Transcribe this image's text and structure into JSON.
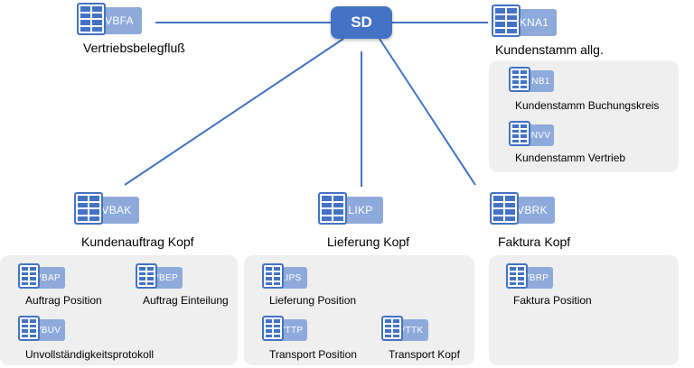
{
  "root": {
    "label": "SD"
  },
  "colors": {
    "accent": "#4472c4",
    "tag": "#8eaadb",
    "panel": "#efefef"
  },
  "tables": {
    "vbfa": {
      "code": "VBFA",
      "label": "Vertriebsbelegfluß"
    },
    "kna1": {
      "code": "KNA1",
      "label": "Kundenstamm allg."
    },
    "knb1": {
      "code": "KNB1",
      "label": "Kundenstamm  Buchungskreis"
    },
    "knvv": {
      "code": "KNVV",
      "label": "Kundenstamm  Vertrieb"
    },
    "vbak": {
      "code": "VBAK",
      "label": "Kundenauftrag Kopf"
    },
    "likp": {
      "code": "LIKP",
      "label": "Lieferung Kopf"
    },
    "vbrk": {
      "code": "VBRK",
      "label": "Faktura Kopf"
    },
    "vbap": {
      "code": "VBAP",
      "label": "Auftrag Position"
    },
    "vbep": {
      "code": "VBEP",
      "label": "Auftrag  Einteilung"
    },
    "vbuv": {
      "code": "VBUV",
      "label": "Unvollständigkeitsprotokoll"
    },
    "lips": {
      "code": "LIPS",
      "label": "Lieferung Position"
    },
    "vttp": {
      "code": "VTTP",
      "label": "Transport Position"
    },
    "vttk": {
      "code": "VTTK",
      "label": "Transport Kopf"
    },
    "vbrp": {
      "code": "VBRP",
      "label": "Faktura Position"
    }
  }
}
